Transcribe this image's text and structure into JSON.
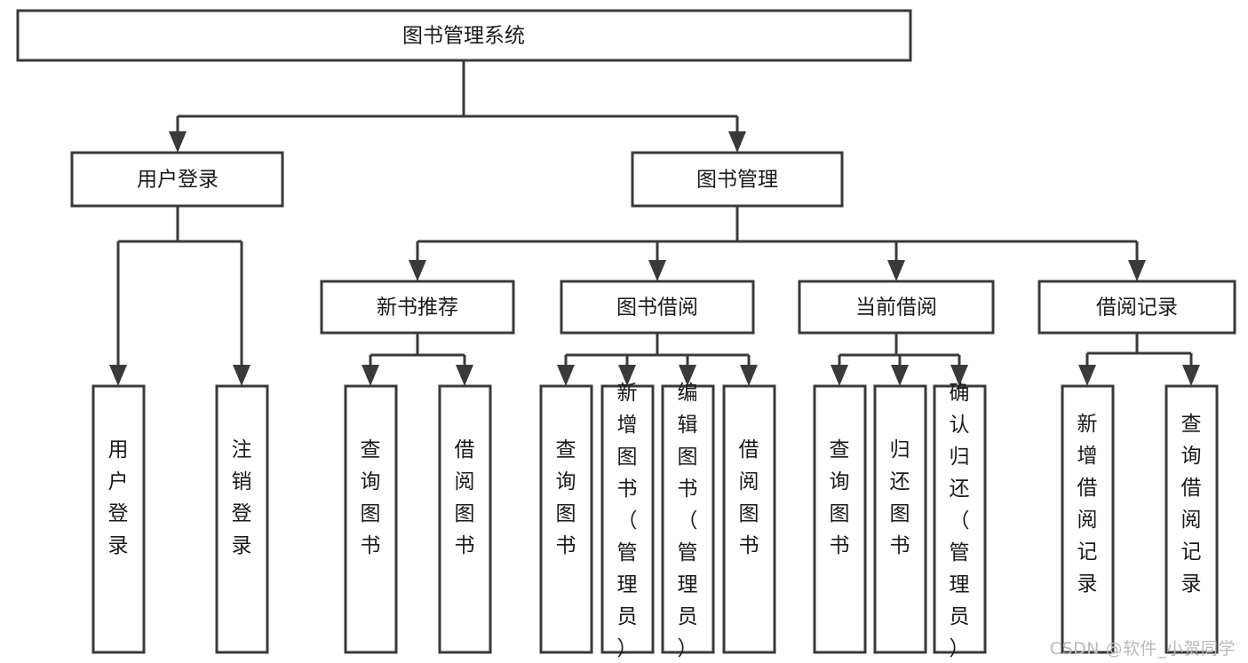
{
  "diagram": {
    "title": "图书管理系统",
    "type": "tree-hierarchy-chart",
    "colors": {
      "box_stroke": "#3a3a3a",
      "box_fill": "#ffffff",
      "text": "#1a1a1a",
      "background": "#ffffff",
      "watermark": "#b9b9b9"
    },
    "root": {
      "label": "图书管理系统"
    },
    "level2": [
      {
        "label": "用户登录"
      },
      {
        "label": "图书管理"
      }
    ],
    "level3": [
      {
        "label": "新书推荐"
      },
      {
        "label": "图书借阅"
      },
      {
        "label": "当前借阅"
      },
      {
        "label": "借阅记录"
      }
    ],
    "leaves": {
      "user_login": [
        {
          "label": "用户登录"
        },
        {
          "label": "注销登录"
        }
      ],
      "new_book_recommend": [
        {
          "label": "查询图书"
        },
        {
          "label": "借阅图书"
        }
      ],
      "book_borrow": [
        {
          "label": "查询图书"
        },
        {
          "label": "新增图书（管理员）"
        },
        {
          "label": "编辑图书（管理员）"
        },
        {
          "label": "借阅图书"
        }
      ],
      "current_borrow": [
        {
          "label": "查询图书"
        },
        {
          "label": "归还图书"
        },
        {
          "label": "确认归还（管理员）"
        }
      ],
      "borrow_record": [
        {
          "label": "新增借阅记录"
        },
        {
          "label": "查询借阅记录"
        }
      ]
    }
  },
  "watermark": {
    "text": "CSDN @软件_小贺同学"
  }
}
